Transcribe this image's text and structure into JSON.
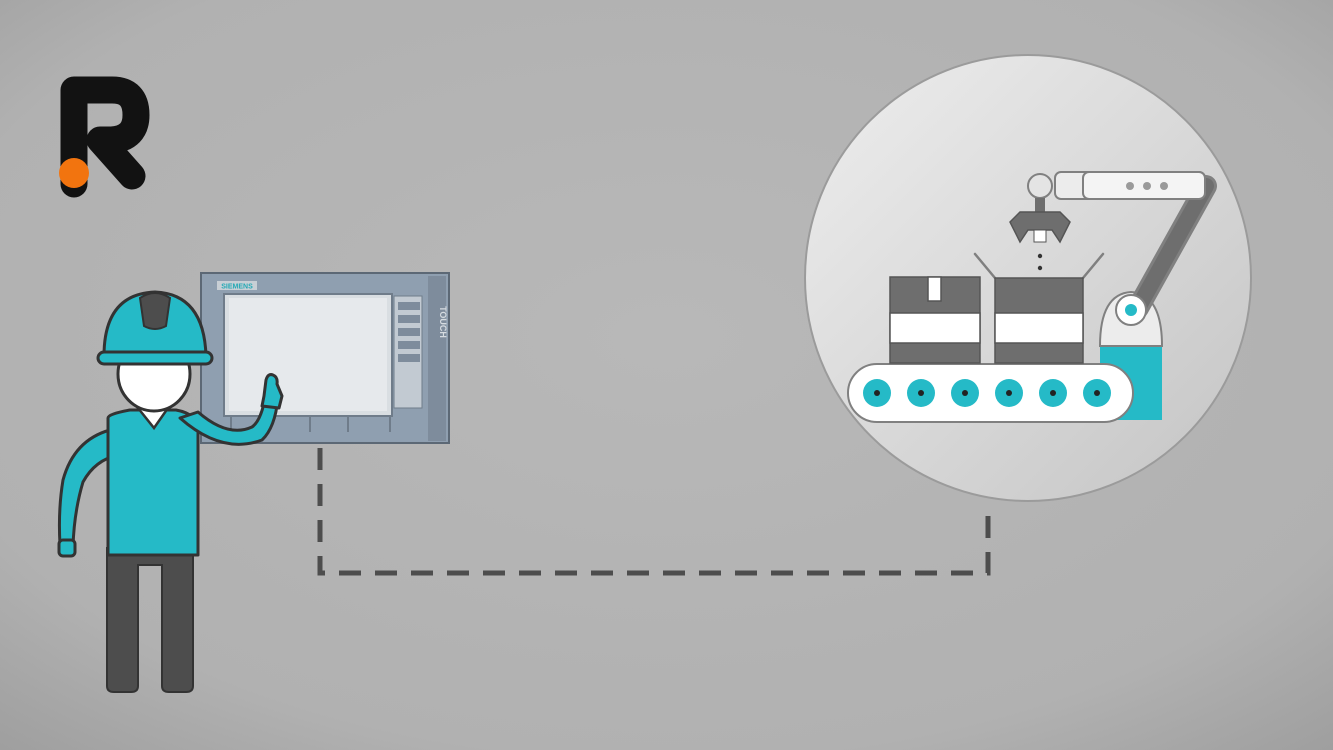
{
  "panel": {
    "brand": "SIEMENS",
    "model": "TOUCH"
  },
  "colors": {
    "background": "#b3b3b3",
    "accent_cyan": "#25bac7",
    "dark_gray": "#4d4d4d",
    "logo_orange": "#f2740f",
    "logo_black": "#121212",
    "panel_frame": "#8f9fb0",
    "panel_screen": "#d9dee2"
  },
  "icons": [
    "brand-logo-r-icon",
    "operator-with-helmet-icon",
    "hmi-touch-panel-icon",
    "connection-line",
    "robotic-production-line-icon"
  ]
}
